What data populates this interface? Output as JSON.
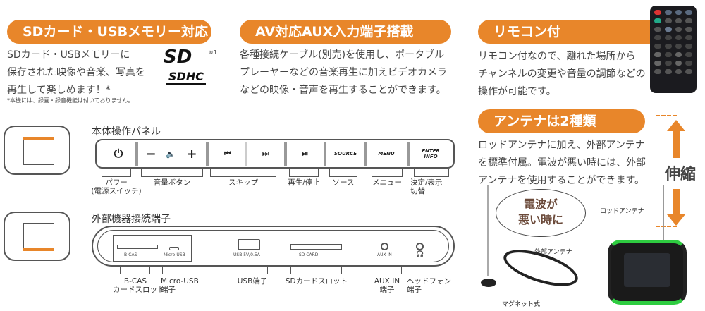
{
  "sections": {
    "sd_usb": {
      "title": "SDカード・USBメモリー対応",
      "lines": [
        "SDカード・USBメモリーに",
        "保存された映像や音楽、写真を",
        "再生して楽しめます！*"
      ],
      "note": "*本機には、録画・録音機能は付いておりません。",
      "logo_sd": "SD",
      "logo_sdhc": "SDHC",
      "logo_mark": "※1"
    },
    "aux": {
      "title": "AV対応AUX入力端子搭載",
      "lines": [
        "各種接続ケーブル(別売)を使用し、ポータブル",
        "プレーヤーなどの音楽再生に加えビデオカメラ",
        "などの映像・音声を再生することができます。"
      ]
    },
    "remote": {
      "title": "リモコン付",
      "lines": [
        "リモコン付なので、離れた場所から",
        "チャンネルの変更や音量の調節などの",
        "操作が可能です。"
      ]
    },
    "antenna": {
      "title": "アンテナは2種類",
      "lines": [
        "ロッドアンテナに加え、外部アンテナ",
        "を標準付属。電波が悪い時には、外部",
        "アンテナを使用することができます。"
      ],
      "extend_label": "伸縮",
      "bubble": [
        "電波が",
        "悪い時に"
      ],
      "external_label": "外部アンテナ",
      "rod_label": "ロッドアンテナ",
      "magnet_label": "マグネット式"
    }
  },
  "control_panel": {
    "title": "本体操作パネル",
    "buttons": {
      "power": "⏻",
      "minus": "−",
      "speaker": "🔈",
      "plus": "+",
      "prev": "⏮",
      "next": "⏭",
      "play": "⏯",
      "source": "SOURCE",
      "menu": "MENU",
      "enter": "ENTER INFO"
    },
    "labels": {
      "power": "パワー",
      "power2": "(電源スイッチ)",
      "volume": "音量ボタン",
      "skip": "スキップ",
      "play": "再生/停止",
      "source": "ソース",
      "menu": "メニュー",
      "enter": "決定/表示",
      "enter2": "切替"
    }
  },
  "connectors": {
    "title": "外部機器接続端子",
    "printed": {
      "bcas": "B-CAS",
      "micro": "Micro-USB",
      "usb": "USB 5V/0.5A",
      "sd": "SD CARD",
      "aux": "AUX IN"
    },
    "labels": {
      "bcas": "B-CAS",
      "bcas2": "カードスロット",
      "micro": "Micro-USB",
      "micro2": "端子",
      "usb": "USB端子",
      "sd": "SDカードスロット",
      "aux": "AUX IN",
      "aux2": "端子",
      "hp": "ヘッドフォン",
      "hp2": "端子"
    }
  },
  "colors": {
    "accent": "#e8862a",
    "device_green": "#2ecc40"
  }
}
